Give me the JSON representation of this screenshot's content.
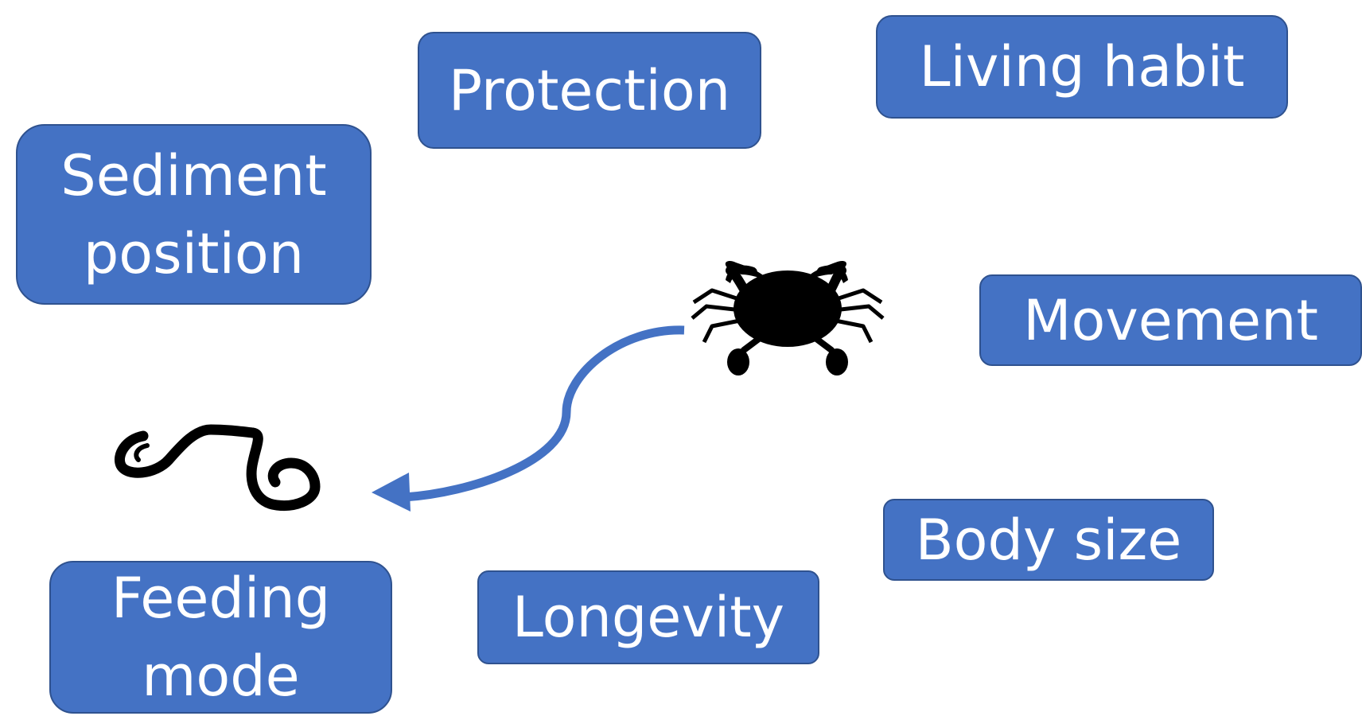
{
  "diagram": {
    "traits": [
      {
        "id": "sediment-position",
        "label": "Sediment\nposition"
      },
      {
        "id": "protection",
        "label": "Protection"
      },
      {
        "id": "living-habit",
        "label": "Living habit"
      },
      {
        "id": "movement",
        "label": "Movement"
      },
      {
        "id": "body-size",
        "label": "Body size"
      },
      {
        "id": "longevity",
        "label": "Longevity"
      },
      {
        "id": "feeding-mode",
        "label": "Feeding\nmode"
      }
    ],
    "colors": {
      "box_fill": "#4472c4",
      "box_border": "#2f528f",
      "box_text": "#ffffff",
      "arrow": "#4472c4",
      "silhouette": "#000000"
    },
    "icons": [
      "crab-silhouette-icon",
      "worm-silhouette-icon",
      "curved-arrow-icon"
    ]
  }
}
